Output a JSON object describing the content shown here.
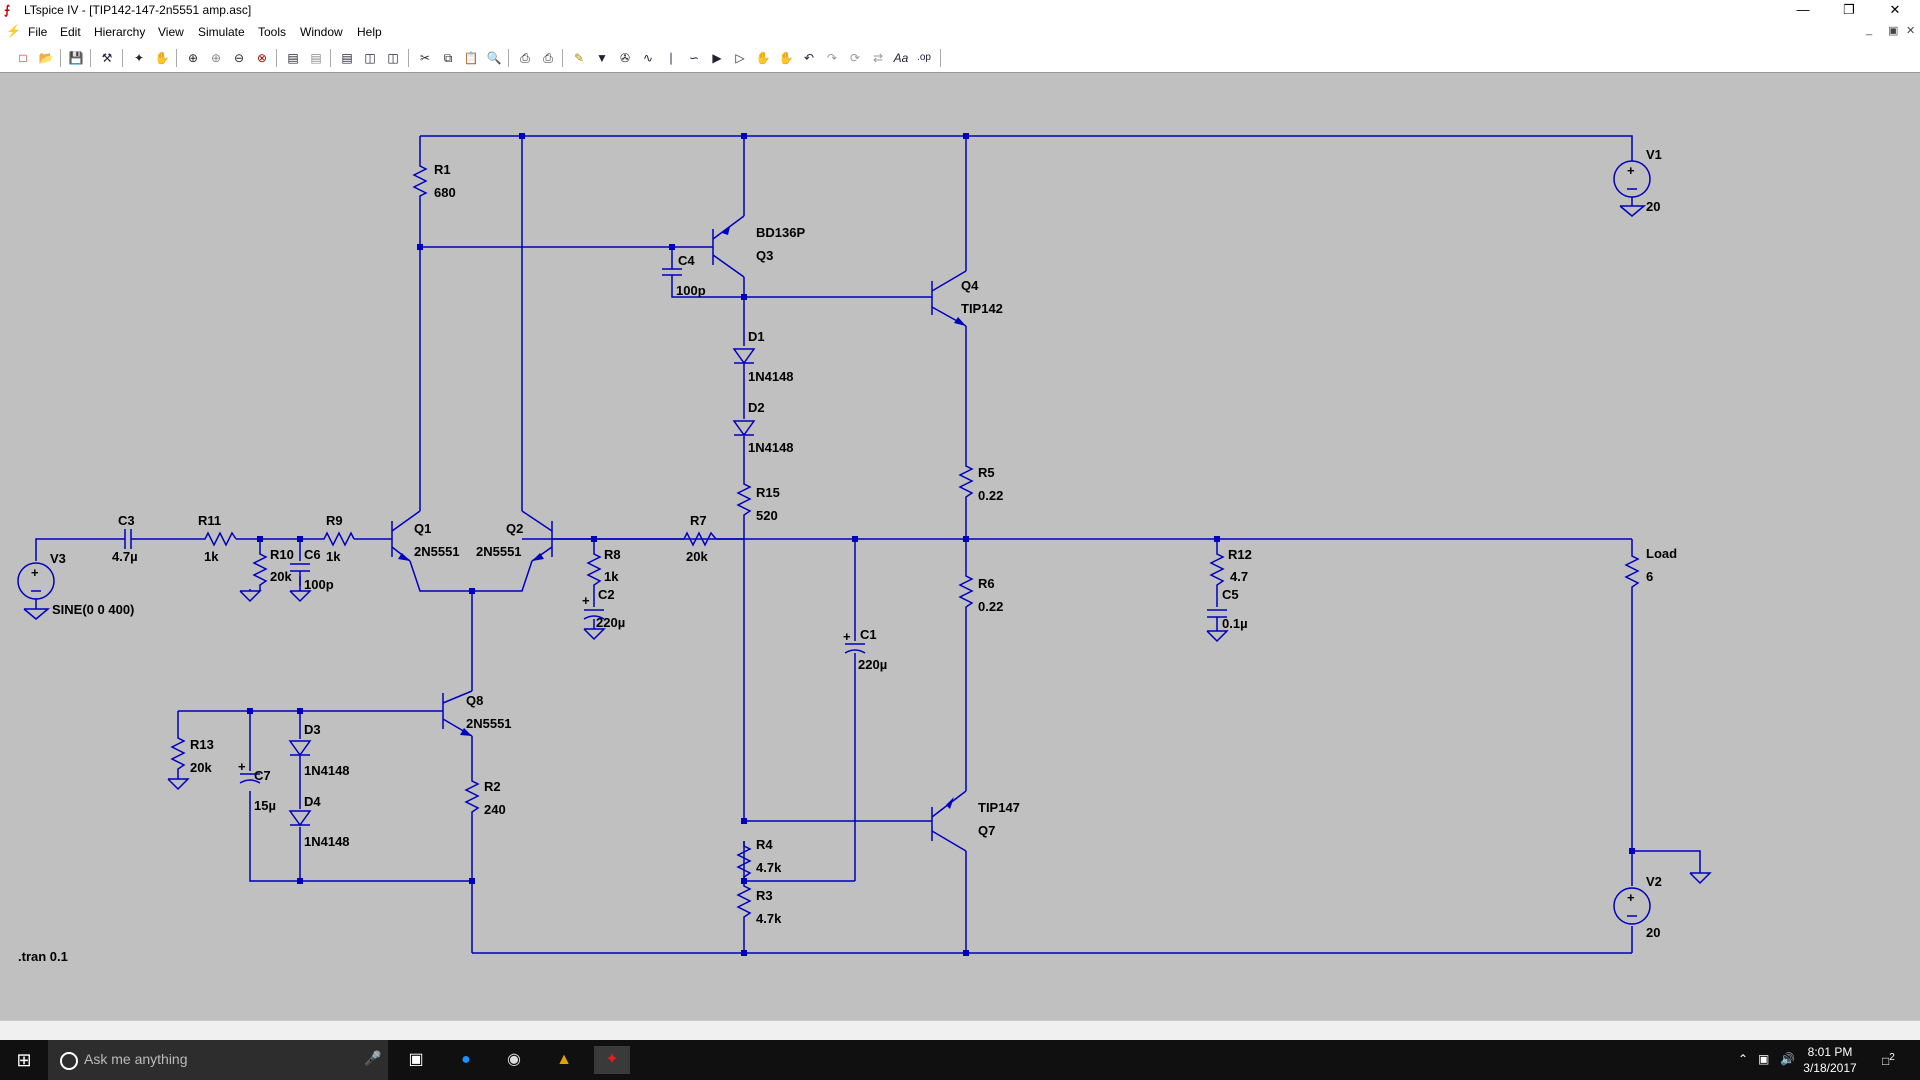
{
  "window": {
    "title": "LTspice IV - [TIP142-147-2n5551 amp.asc]",
    "app_icon": "ltspice-icon",
    "controls": [
      "minimize",
      "restore",
      "close"
    ]
  },
  "menu": {
    "items": [
      "File",
      "Edit",
      "Hierarchy",
      "View",
      "Simulate",
      "Tools",
      "Window",
      "Help"
    ]
  },
  "toolbar": {
    "icons": [
      "new-schematic-icon",
      "open-icon",
      "save-icon",
      "control-panel-icon",
      "run-icon",
      "halt-icon",
      "zoom-in-icon",
      "pan-icon",
      "zoom-out-icon",
      "zoom-fit-icon",
      "autorange-icon",
      "waveform-icon",
      "tile-horizontal-icon",
      "cascade-icon",
      "tile-vertical-icon",
      "cut-icon",
      "copy-icon",
      "paste-icon",
      "find-icon",
      "print-setup-icon",
      "print-icon",
      "wire-icon",
      "ground-icon",
      "label-net-icon",
      "resistor-icon",
      "capacitor-icon",
      "inductor-icon",
      "diode-icon",
      "component-icon",
      "move-icon",
      "drag-icon",
      "undo-icon",
      "redo-icon",
      "rotate-icon",
      "mirror-icon",
      "text-icon",
      "spice-directive-icon"
    ]
  },
  "schematic": {
    "directive": ".tran 0.1",
    "components": {
      "R1": {
        "ref": "R1",
        "value": "680"
      },
      "Q3": {
        "ref": "Q3",
        "value": "BD136P"
      },
      "C4": {
        "ref": "C4",
        "value": "100p"
      },
      "Q4": {
        "ref": "Q4",
        "value": "TIP142"
      },
      "D1": {
        "ref": "D1",
        "value": "1N4148"
      },
      "D2": {
        "ref": "D2",
        "value": "1N4148"
      },
      "R15": {
        "ref": "R15",
        "value": "520"
      },
      "R5": {
        "ref": "R5",
        "value": "0.22"
      },
      "R6": {
        "ref": "R6",
        "value": "0.22"
      },
      "V1": {
        "ref": "V1",
        "value": "20"
      },
      "V2": {
        "ref": "V2",
        "value": "20"
      },
      "V3": {
        "ref": "V3",
        "value": "SINE(0 0 400)"
      },
      "C3": {
        "ref": "C3",
        "value": "4.7µ"
      },
      "R11": {
        "ref": "R11",
        "value": "1k"
      },
      "R10": {
        "ref": "R10",
        "value": "20k"
      },
      "C6": {
        "ref": "C6",
        "value": "100p"
      },
      "R9": {
        "ref": "R9",
        "value": "1k"
      },
      "Q1": {
        "ref": "Q1",
        "value": "2N5551"
      },
      "Q2": {
        "ref": "Q2",
        "value": "2N5551"
      },
      "R8": {
        "ref": "R8",
        "value": "1k"
      },
      "C2": {
        "ref": "C2",
        "value": "220µ"
      },
      "R7": {
        "ref": "R7",
        "value": "20k"
      },
      "C1": {
        "ref": "C1",
        "value": "220µ"
      },
      "R12": {
        "ref": "R12",
        "value": "4.7"
      },
      "C5": {
        "ref": "C5",
        "value": "0.1µ"
      },
      "Load": {
        "ref": "Load",
        "value": "6"
      },
      "Q8": {
        "ref": "Q8",
        "value": "2N5551"
      },
      "R13": {
        "ref": "R13",
        "value": "20k"
      },
      "C7": {
        "ref": "C7",
        "value": "15µ"
      },
      "D3": {
        "ref": "D3",
        "value": "1N4148"
      },
      "D4": {
        "ref": "D4",
        "value": "1N4148"
      },
      "R2": {
        "ref": "R2",
        "value": "240"
      },
      "Q7": {
        "ref": "Q7",
        "value": "TIP147"
      },
      "R4": {
        "ref": "R4",
        "value": "4.7k"
      },
      "R3": {
        "ref": "R3",
        "value": "4.7k"
      }
    }
  },
  "taskbar": {
    "search_placeholder": "Ask me anything",
    "apps": [
      "task-view-icon",
      "skype-icon",
      "chrome-icon",
      "ltspice-taskbar-icon",
      "ltspice-active-icon"
    ],
    "time": "8:01 PM",
    "date": "3/18/2017",
    "notification_count": "2"
  },
  "colors": {
    "wire": "#0000c0",
    "canvas": "#c0c0c0",
    "taskbar": "#101010"
  }
}
